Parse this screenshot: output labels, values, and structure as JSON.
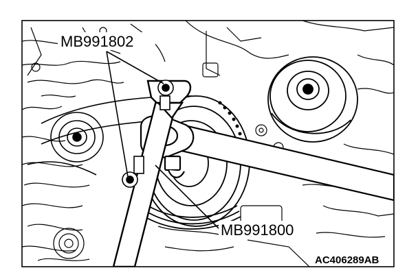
{
  "diagram": {
    "labels": {
      "tool_upper": "MB991802",
      "tool_lower": "MB991800",
      "figure_code": "AC406289AB"
    }
  }
}
